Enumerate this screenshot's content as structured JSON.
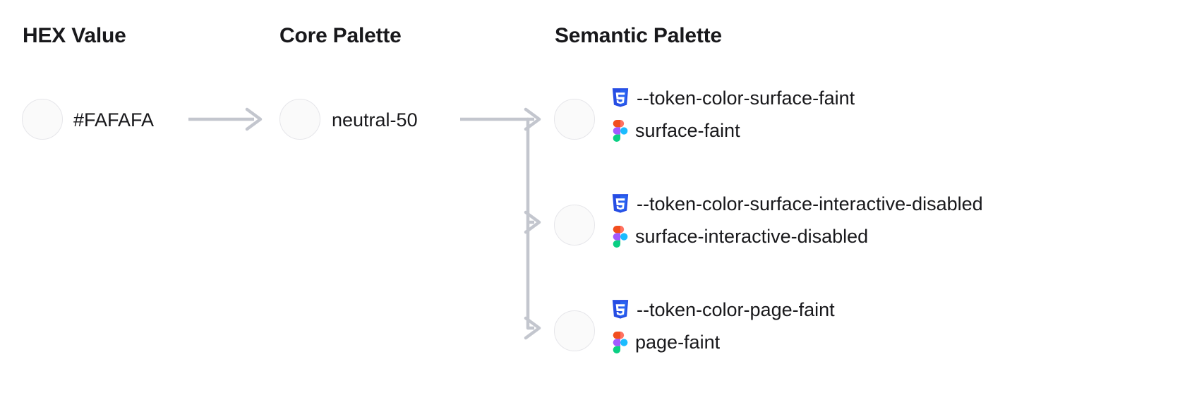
{
  "columns": {
    "hex": {
      "heading": "HEX Value"
    },
    "core": {
      "heading": "Core Palette"
    },
    "semantic": {
      "heading": "Semantic Palette"
    }
  },
  "hex": {
    "value": "#FAFAFA",
    "swatch_color": "#FAFAFA",
    "swatch_border": "#E6E6EA"
  },
  "core": {
    "value": "neutral-50",
    "swatch_color": "#FAFAFA",
    "swatch_border": "#E6E6EA"
  },
  "semantic": {
    "rows": [
      {
        "css_icon": "css3-icon",
        "css_token": "--token-color-surface-faint",
        "figma_icon": "figma-icon",
        "figma_token": "surface-faint",
        "swatch_color": "#FAFAFA"
      },
      {
        "css_icon": "css3-icon",
        "css_token": "--token-color-surface-interactive-disabled",
        "figma_icon": "figma-icon",
        "figma_token": "surface-interactive-disabled",
        "swatch_color": "#FAFAFA"
      },
      {
        "css_icon": "css3-icon",
        "css_token": "--token-color-page-faint",
        "figma_icon": "figma-icon",
        "figma_token": "page-faint",
        "swatch_color": "#FAFAFA"
      }
    ]
  },
  "connectors": {
    "arrow_color": "#C3C6CE",
    "icon_name": "arrow-right-icon",
    "branch_icon_name": "branching-arrow-connector"
  },
  "colors": {
    "text": "#18181B",
    "arrow": "#C3C6CE",
    "swatch_fill": "#FAFAFA",
    "swatch_border": "#E6E6EA",
    "css_blue": "#2965F1",
    "css_blue_dark": "#264DE4",
    "figma_orange": "#F24E1E",
    "figma_purple": "#A259FF",
    "figma_blue": "#1ABCFE",
    "figma_green": "#0ACF83",
    "figma_pink": "#FF7262"
  }
}
